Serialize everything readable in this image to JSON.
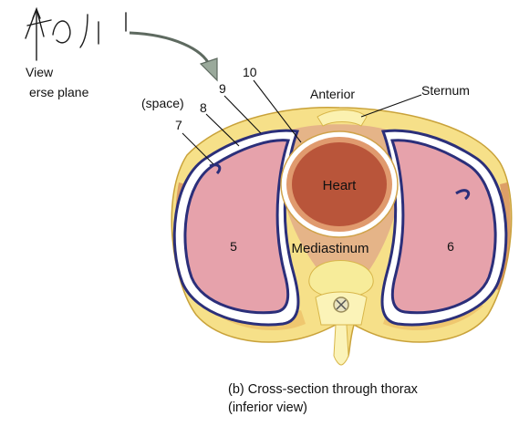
{
  "figure": {
    "fragment_top": "View",
    "fragment_bottom": "erse plane",
    "labels": {
      "anterior": "Anterior",
      "sternum": "Sternum",
      "space": "(space)",
      "n7": "7",
      "n8": "8",
      "n9": "9",
      "n10": "10",
      "heart": "Heart",
      "mediastinum": "Mediastinum",
      "n5": "5",
      "n6": "6"
    },
    "caption_line1": "(b) Cross-section through thorax",
    "caption_line2": "(inferior view)"
  },
  "colors": {
    "body_wall": "#f6e089",
    "body_outline": "#c9a23a",
    "mediastinum": "#e5b488",
    "heart_fill": "#b9553a",
    "heart_ring": "#e09a6e",
    "pericardium": "#ffffff",
    "lung": "#e6a2ab",
    "pleura": "#2b2f7a",
    "vertebra": "#f7ec9a",
    "muscle": "#c96a4a"
  }
}
